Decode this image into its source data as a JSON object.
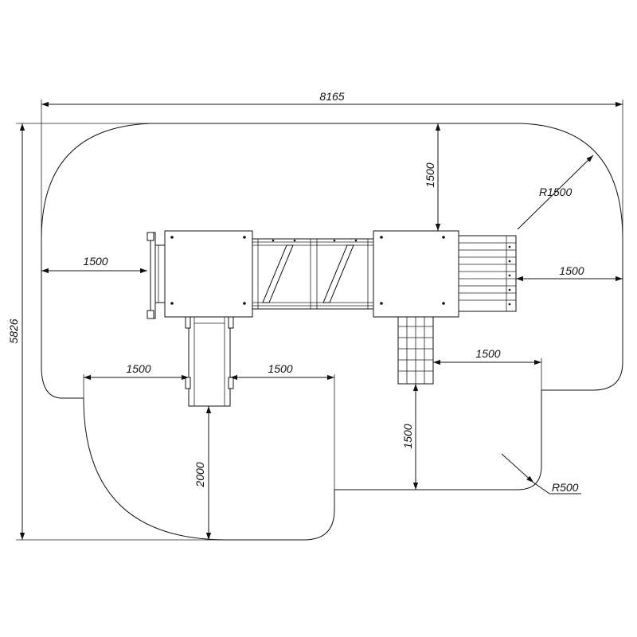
{
  "dimensions": {
    "overall_width": "8165",
    "overall_height": "5826",
    "top_clearance": "1500",
    "corner_radius_large": "R1500",
    "left_clearance": "1500",
    "right_clearance": "1500",
    "mid_right_clearance": "1500",
    "slide_left_clearance": "1500",
    "slide_right_clearance": "1500",
    "slide_front_clearance": "2000",
    "steps_front_clearance": "1500",
    "corner_radius_small": "R500"
  },
  "colors": {
    "line": "#111111",
    "background": "#ffffff"
  }
}
